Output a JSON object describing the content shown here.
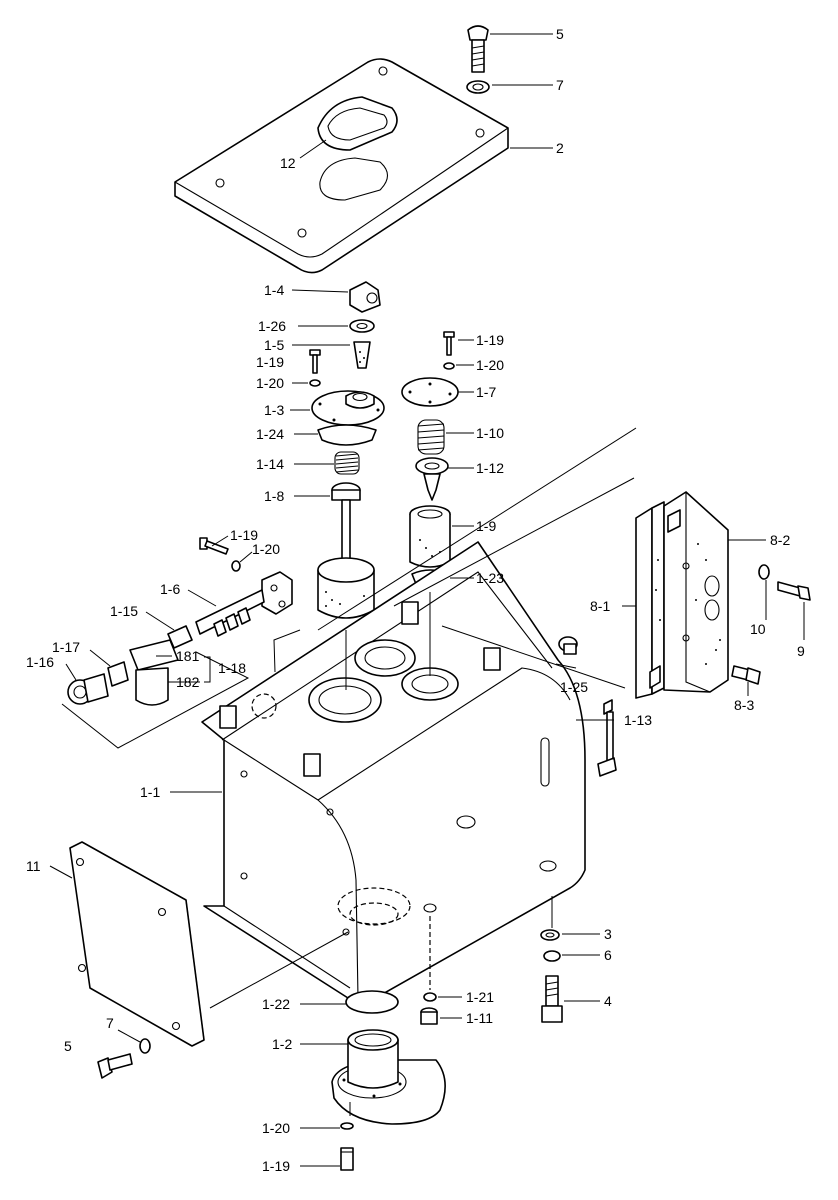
{
  "labels": {
    "l5_top": "5",
    "l7_top": "7",
    "l2": "2",
    "l12": "12",
    "l1_4": "1-4",
    "l1_26": "1-26",
    "l1_5": "1-5",
    "l1_19_a": "1-19",
    "l1_20_a": "1-20",
    "l1_3": "1-3",
    "l1_24": "1-24",
    "l1_14": "1-14",
    "l1_8": "1-8",
    "l1_19_b": "1-19",
    "l1_20_b": "1-20",
    "l1_7": "1-7",
    "l1_10": "1-10",
    "l1_12": "1-12",
    "l1_9": "1-9",
    "l1_23": "1-23",
    "l1_19_c": "1-19",
    "l1_20_c": "1-20",
    "l1_6": "1-6",
    "l1_15": "1-15",
    "l1_17": "1-17",
    "l1_16": "1-16",
    "l181": "181",
    "l182": "182",
    "l1_18": "1-18",
    "l1_25": "1-25",
    "l1_13": "1-13",
    "l8_2": "8-2",
    "l8_1": "8-1",
    "l10": "10",
    "l9": "9",
    "l8_3": "8-3",
    "l1_1": "1-1",
    "l11": "11",
    "l3": "3",
    "l6": "6",
    "l4": "4",
    "l1_21": "1-21",
    "l1_11": "1-11",
    "l1_22": "1-22",
    "l7_bot": "7",
    "l5_bot": "5",
    "l1_2": "1-2",
    "l1_20_d": "1-20",
    "l1_19_d": "1-19"
  }
}
